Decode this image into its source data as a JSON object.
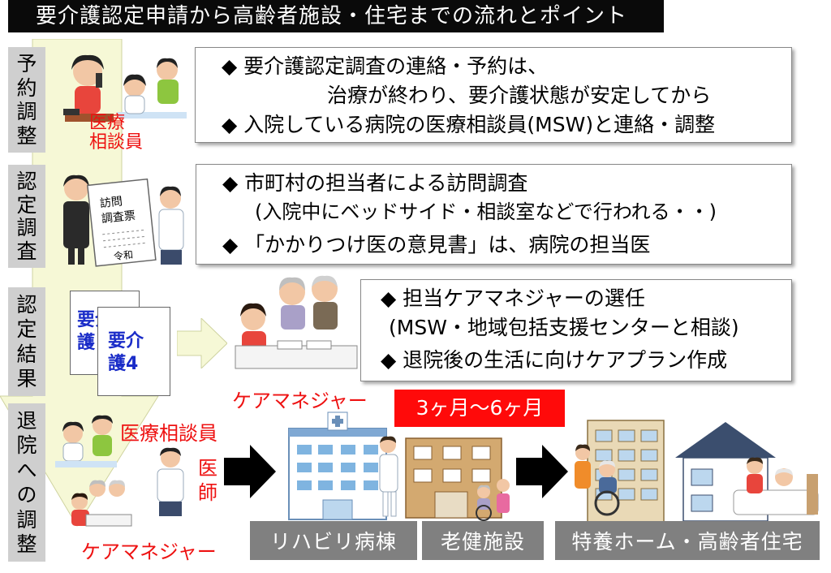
{
  "title": "要介護認定申請から高齢者施設・住宅までの流れとポイント",
  "stages": [
    {
      "label": [
        "予",
        "約",
        "調",
        "整"
      ]
    },
    {
      "label": [
        "認",
        "定",
        "調",
        "査"
      ]
    },
    {
      "label": [
        "認",
        "定",
        "結",
        "果"
      ]
    },
    {
      "label": [
        "退",
        "院",
        "へ",
        "の",
        "調",
        "整"
      ]
    }
  ],
  "boxes": {
    "box1": {
      "l1": "◆ 要介護認定調査の連絡・予約は、",
      "l2": "治療が終わり、要介護状態が安定してから",
      "l3": "◆ 入院している病院の医療相談員(MSW)と連絡・調整"
    },
    "box2": {
      "l1": "◆ 市町村の担当者による訪問調査",
      "l2": "(入院中にベッドサイド・相談室などで行われる・・)",
      "l3": "◆ 「かかりつけ医の意見書」は、病院の担当医"
    },
    "box3": {
      "l1": "◆ 担当ケアマネジャーの選任",
      "l2": "(MSW・地域包括支援センターと相談)",
      "l3": "◆ 退院後の生活に向けケアプラン作成"
    }
  },
  "labels": {
    "msw_l1": "医療",
    "msw_l2": "相談員",
    "survey_doc_l1": "訪問",
    "survey_doc_l2": "調査票",
    "survey_doc_date": "令和",
    "care_doc_back_l1": "要介",
    "care_doc_back_l2": "護",
    "care_doc_front_l1": "要介",
    "care_doc_front_l2": "護4",
    "care_manager": "ケアマネジャー",
    "msw_bottom": "医療相談員",
    "doctor_l1": "医",
    "doctor_l2": "師",
    "care_manager_bottom": "ケアマネジャー",
    "duration": "3ヶ月～6ヶ月",
    "rehab": "リハビリ病棟",
    "rouken": "老健施設",
    "tokuyou": "特養ホーム・高齢者住宅"
  },
  "colors": {
    "title_bg": "#0a0a0a",
    "stage_bg": "#cfcfcf",
    "red": "#ee1111",
    "doc_blue": "#1a2cc8",
    "gray_box": "#808080",
    "arrow_fill": "#f6f8d6"
  }
}
